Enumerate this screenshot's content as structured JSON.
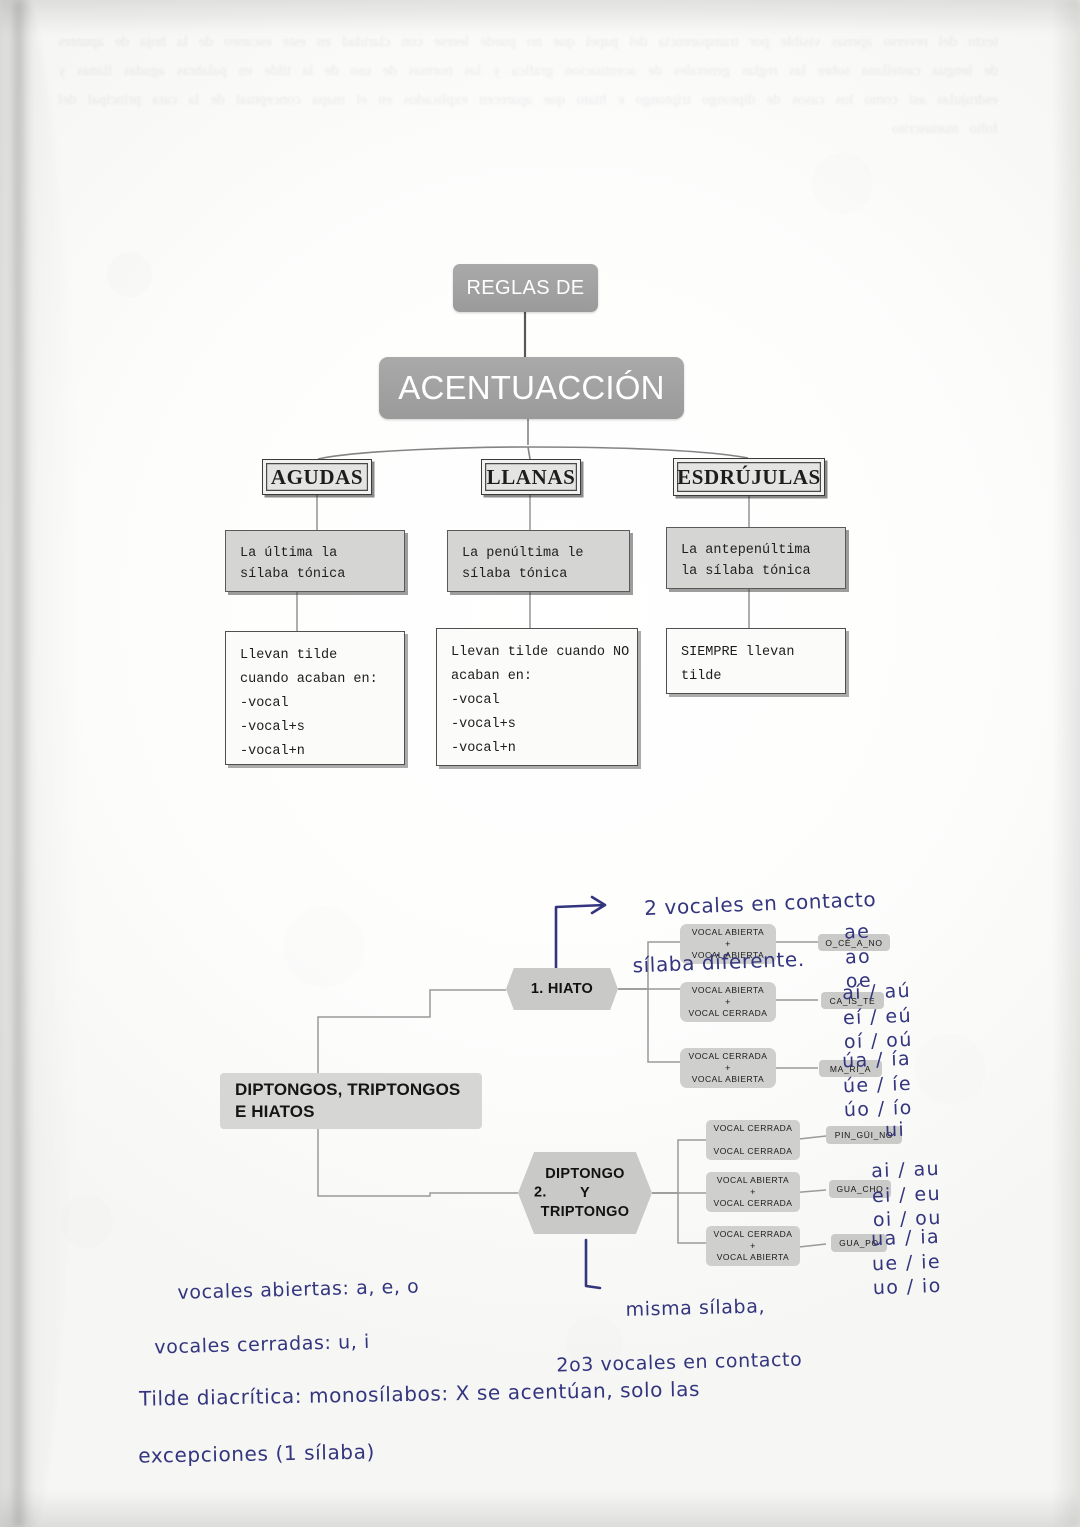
{
  "page": {
    "title": "Reglas de Acentuación",
    "bleed_text": "texto del reverso apenas visible por transparencia del papel que no puede leerse con claridad en este escaneo de la hoja de apuntes de lengua castellana sobre las reglas generales de acentuacion grafica y las normas de uso de la tilde en palabras agudas llanas y esdrujulas asi como los casos de diptongo triptongo e hiato que aparecen explicados en el mapa conceptual de la cara principal del folio manuscrito"
  },
  "accent_map": {
    "root_small": "REGLAS DE",
    "root_main": "ACENTUACCIÓN",
    "categories": [
      {
        "label": "AGUDAS"
      },
      {
        "label": "LLANAS"
      },
      {
        "label": "ESDRÚJULAS"
      }
    ],
    "definitions": [
      {
        "line1": "La última la",
        "line2": "sílaba tónica"
      },
      {
        "line1": "La penúltima le",
        "line2": "sílaba tónica"
      },
      {
        "line1": "La antepenúltima",
        "line2": "la sílaba tónica"
      }
    ],
    "rules": [
      {
        "line1": "Llevan tilde",
        "line2": "cuando acaban en:",
        "line3": "-vocal",
        "line4": "-vocal+s",
        "line5": "-vocal+n"
      },
      {
        "line1": "Llevan tilde cuando NO",
        "line2": "acaban en:",
        "line3": "-vocal",
        "line4": "-vocal+s",
        "line5": "-vocal+n"
      },
      {
        "line1": "SIEMPRE llevan",
        "line2": "tilde",
        "line3": "",
        "line4": "",
        "line5": ""
      }
    ]
  },
  "vowel_map": {
    "root_label_line1": "DIPTONGOS, TRIPTONGOS",
    "root_label_line2": "E HIATOS",
    "hiato": {
      "node_label": "1. HIATO",
      "annotation_line1": "2 vocales en contacto",
      "annotation_line2": "sílaba diferente.",
      "rows": [
        {
          "combo_top": "VOCAL ABIERTA",
          "combo_bottom": "VOCAL ABIERTA",
          "example": "O_CÉ_A_NO",
          "pairs": "ae\nao\noe"
        },
        {
          "combo_top": "VOCAL ABIERTA",
          "combo_bottom": "VOCAL CERRADA",
          "example": "CA_ÍS_TE",
          "pairs": "aí / aú\neí / eú\noí / oú"
        },
        {
          "combo_top": "VOCAL CERRADA",
          "combo_bottom": "VOCAL ABIERTA",
          "example": "MA_RÍ_A",
          "pairs": "úa / ía\núe / íe\núo / ío"
        }
      ]
    },
    "diptongo": {
      "node_number": "2.",
      "node_label_line1": "DIPTONGO",
      "node_label_line2": "Y",
      "node_label_line3": "TRIPTONGO",
      "annotation_line1": "misma sílaba,",
      "annotation_line2": "2o3 vocales en contacto",
      "rows": [
        {
          "combo_top": "VOCAL CERRADA",
          "combo_bottom": "VOCAL CERRADA",
          "example": "PIN_GÜI_NO",
          "pairs": "ui"
        },
        {
          "combo_top": "VOCAL ABIERTA",
          "combo_bottom": "VOCAL CERRADA",
          "example": "GUA_CHO",
          "pairs": "ai / au\nei / eu\noi / ou"
        },
        {
          "combo_top": "VOCAL CERRADA",
          "combo_bottom": "VOCAL ABIERTA",
          "example": "GUA_PO",
          "pairs": "ua / ia\nue / ie\nuo / io"
        }
      ]
    }
  },
  "notes": {
    "vowel_types_line1": "vocales abiertas: a, e, o",
    "vowel_types_line2": "vocales cerradas: u, i",
    "diacritic_line1": "Tilde diacrítica: monosílabos: X se acentúan, solo las",
    "diacritic_line2": "excepciones (1 sílaba)"
  },
  "colors": {
    "paper": "#fdfdfc",
    "printed_gray_dark": "#a1a1a1",
    "printed_gray_light": "#d6d6d4",
    "ink_blue": "#33357e",
    "line_gray": "#8d8d8d"
  }
}
